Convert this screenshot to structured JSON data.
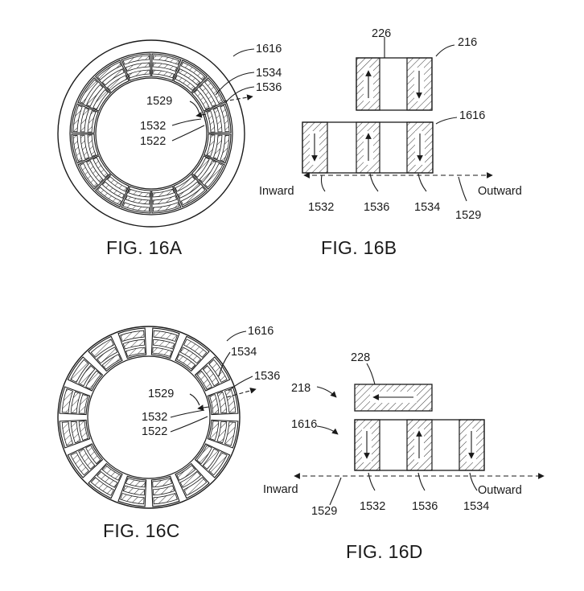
{
  "figures": [
    {
      "caption": "FIG. 16A",
      "labels": {
        "ring": "1616",
        "outer_magnet": "1534",
        "middle_magnet": "1536",
        "direction": "1529",
        "inner_magnet": "1532",
        "spacer": "1522"
      }
    },
    {
      "caption": "FIG. 16B",
      "labels": {
        "part": "226",
        "assembly": "216",
        "ring": "1616",
        "inward": "Inward",
        "outward": "Outward",
        "inner_magnet": "1532",
        "middle_magnet": "1536",
        "outer_magnet": "1534",
        "direction": "1529"
      }
    },
    {
      "caption": "FIG. 16C",
      "labels": {
        "ring": "1616",
        "outer_magnet": "1534",
        "middle_magnet": "1536",
        "direction": "1529",
        "inner_magnet": "1532",
        "spacer": "1522"
      }
    },
    {
      "caption": "FIG. 16D",
      "labels": {
        "part": "228",
        "assembly": "218",
        "ring": "1616",
        "inward": "Inward",
        "outward": "Outward",
        "direction": "1529",
        "inner_magnet": "1532",
        "middle_magnet": "1536",
        "outer_magnet": "1534"
      }
    }
  ],
  "colors": {
    "ink": "#1a1a1a",
    "paper": "#ffffff"
  }
}
